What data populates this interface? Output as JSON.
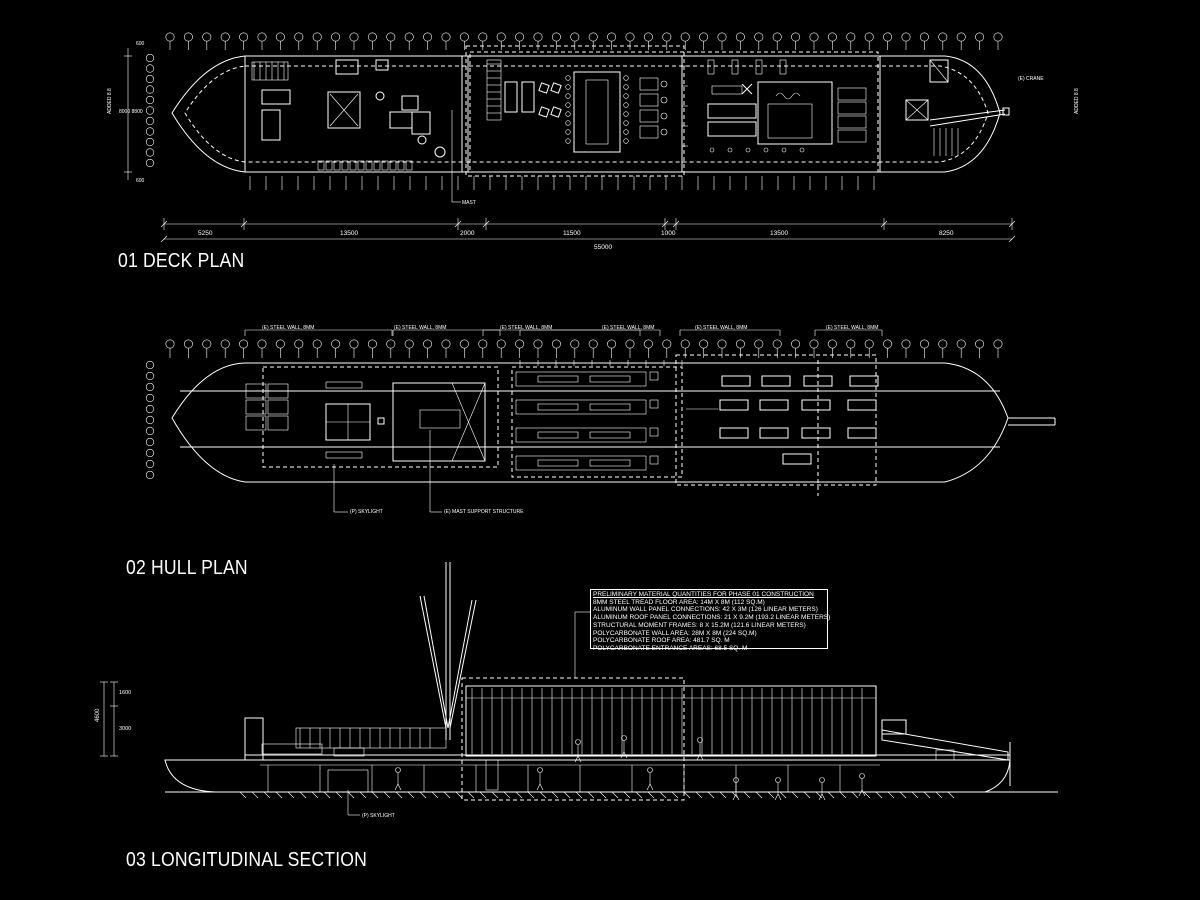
{
  "titles": {
    "deck": "01 DECK PLAN",
    "hull": "02 HULL PLAN",
    "section": "03 LONGITUDINAL SECTION"
  },
  "deck_dims": {
    "segments": [
      "5250",
      "13500",
      "2000",
      "11500",
      "1000",
      "13500",
      "8250"
    ],
    "total": "55000",
    "left_top": "600",
    "left_mid": "8000 8800",
    "left_bottom": "600"
  },
  "deck_notes": {
    "mast": "MAST",
    "crane": "(E) CRANE",
    "side_left": "ADDED 8.8",
    "side_right": "ADDED 8.8"
  },
  "hull_notes": {
    "wall_labels": [
      "(E) STEEL WALL, 8MM",
      "(E) STEEL WALL, 8MM",
      "(E) STEEL WALL, 8MM",
      "(E) STEEL WALL, 8MM",
      "(E) STEEL WALL, 8MM",
      "(E) STEEL WALL, 8MM"
    ],
    "skylight": "(P) SKYLIGHT",
    "mast_support": "(E) MAST SUPPORT STRUCTURE"
  },
  "section_notes": {
    "skylight": "(P) SKYLIGHT",
    "dim_total": "4600",
    "dim_upper": "1600",
    "dim_lower": "3000"
  },
  "quantities": {
    "heading": "PRELIMINARY MATERIAL QUANTITIES FOR PHASE 01 CONSTRUCTION",
    "lines": [
      "8MM STEEL TREAD FLOOR AREA: 14M X 8M (112 SQ.M)",
      "ALUMINUM WALL PANEL CONNECTIONS:  42 X 3M (126 LINEAR METERS)",
      "ALUMINUM ROOF PANEL CONNECTIONS: 21 X 9.2M (193.2 LINEAR METERS)",
      "STRUCTURAL MOMENT FRAMES: 8 X 15.2M (121.6 LINEAR METERS)",
      "POLYCARBONATE WALL AREA: 28M X 8M (224 SQ.M)",
      "POLYCARBONATE ROOF AREA: 481.7 SQ. M",
      "POLYCARBONATE ENTRANCE AREAS: 68.5 SQ. M"
    ]
  },
  "colors": {
    "background": "#000000",
    "line": "#ffffff"
  }
}
